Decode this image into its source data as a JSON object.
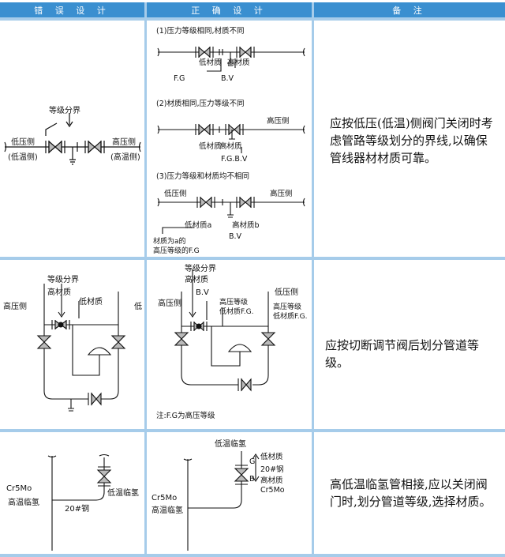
{
  "header": {
    "col_wrong": "错 误 设 计",
    "col_right": "正 确 设 计",
    "col_note": "备 注"
  },
  "row1": {
    "wrong": {
      "grade_boundary": "等级分界",
      "low_pressure": "低压侧",
      "low_temp": "(低温侧)",
      "high_pressure": "高压侧",
      "high_temp": "(高温侧)"
    },
    "right": {
      "case1_title": "(1)压力等级相同,材质不同",
      "case1_low_mat": "低材质",
      "case1_high_mat": "高材质",
      "case1_fg": "F.G",
      "case1_bv": "B.V",
      "case2_title": "(2)材质相同,压力等级不同",
      "case2_high": "高压侧",
      "case2_low_mat": "低材质",
      "case2_high_mat": "高材质",
      "case2_fgbv": "F.G.B.V",
      "case3_title": "(3)压力等级和材质均不相同",
      "case3_low": "低压侧",
      "case3_high": "高压侧",
      "case3_low_mat_a": "低材质a",
      "case3_high_mat_b": "高材质b",
      "case3_bv": "B.V",
      "case3_note_line1": "材质为a的",
      "case3_note_line2": "高压等级的F.G"
    },
    "note": "应按低压(低温)侧阀门关闭时考虑管路等级划分的界线,以确保管线器材材质可靠。"
  },
  "row2": {
    "wrong": {
      "grade_boundary": "等级分界",
      "high_mat": "高材质",
      "low_mat": "低材质",
      "high_side": "高压侧",
      "low_side_cut": "低"
    },
    "right": {
      "grade_boundary": "等级分界",
      "high_mat": "高材质",
      "bv": "B.V",
      "high_grade": "高压等级",
      "low_mat_fg": "低材质F.G.",
      "high_side_left": "高压侧",
      "low_side_right": "低压侧",
      "high_grade_right": "高压等级",
      "low_mat_fg_right": "低材质F.G.",
      "footnote": "注:F.G为高压等级"
    },
    "note": "应按切断调节阀后划分管道等级。"
  },
  "row3": {
    "wrong": {
      "cr5mo": "Cr5Mo",
      "high_temp_h2": "高温临氢",
      "low_temp_h2": "低温临氢",
      "steel20": "20#钢"
    },
    "right": {
      "low_temp_h2": "低温临氢",
      "g": "G",
      "low_mat": "低材质",
      "b": "B",
      "steel20": "20#钢",
      "high_mat": "高材质",
      "cr5mo_right": "Cr5Mo",
      "cr5mo_left": "Cr5Mo",
      "high_temp_h2": "高温临氢"
    },
    "note": "高低温临氢管相接,应以关闭阀门时,划分管道等级,选择材质。"
  }
}
